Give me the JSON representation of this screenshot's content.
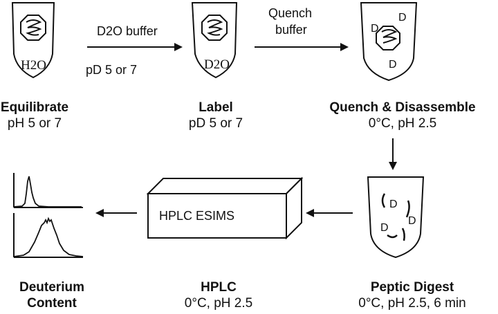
{
  "steps": {
    "equilibrate": {
      "title": "Equilibrate",
      "sub": "pH 5 or 7",
      "tube_label": "H2O"
    },
    "label": {
      "title": "Label",
      "sub": "pD 5 or 7",
      "tube_label": "D2O"
    },
    "quench": {
      "title": "Quench & Disassemble",
      "sub": "0°C, pH 2.5",
      "tube_marks": [
        "D",
        "D",
        "D"
      ]
    },
    "digest": {
      "title": "Peptic Digest",
      "sub": "0°C, pH 2.5, 6 min",
      "tube_marks": [
        "D",
        "D",
        "D"
      ]
    },
    "hplc": {
      "title": "HPLC",
      "sub": "0°C, pH 2.5",
      "box_label": "HPLC ESIMS"
    },
    "deuterium": {
      "title": "Deuterium",
      "sub": "Content"
    }
  },
  "arrows": {
    "a1": {
      "line1": "D2O buffer",
      "line2": "pD 5 or 7"
    },
    "a2": {
      "line1": "Quench",
      "line2": "buffer"
    }
  }
}
